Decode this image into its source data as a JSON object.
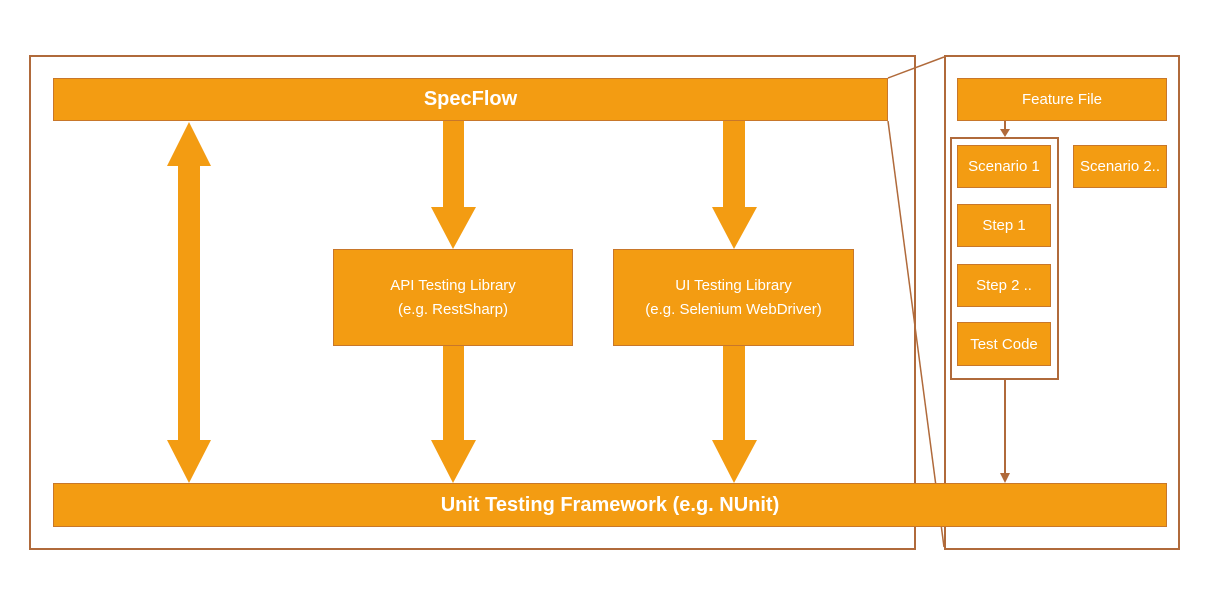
{
  "colors": {
    "box_fill": "#f39c12",
    "box_text": "#ffffff",
    "frame_border": "#b06a3b",
    "arrow_fill": "#f39c12",
    "connector_line": "#b06a3b"
  },
  "main": {
    "specflow_label": "SpecFlow",
    "unit_testing_label": "Unit Testing Framework (e.g. NUnit)",
    "api_library": {
      "line1": "API Testing Library",
      "line2": "(e.g. RestSharp)"
    },
    "ui_library": {
      "line1": "UI Testing Library",
      "line2": "(e.g. Selenium WebDriver)"
    }
  },
  "detail": {
    "feature_file_label": "Feature File",
    "scenario1_label": "Scenario 1",
    "scenario2_label": "Scenario 2..",
    "step1_label": "Step 1",
    "step2_label": "Step 2 ..",
    "test_code_label": "Test Code"
  }
}
